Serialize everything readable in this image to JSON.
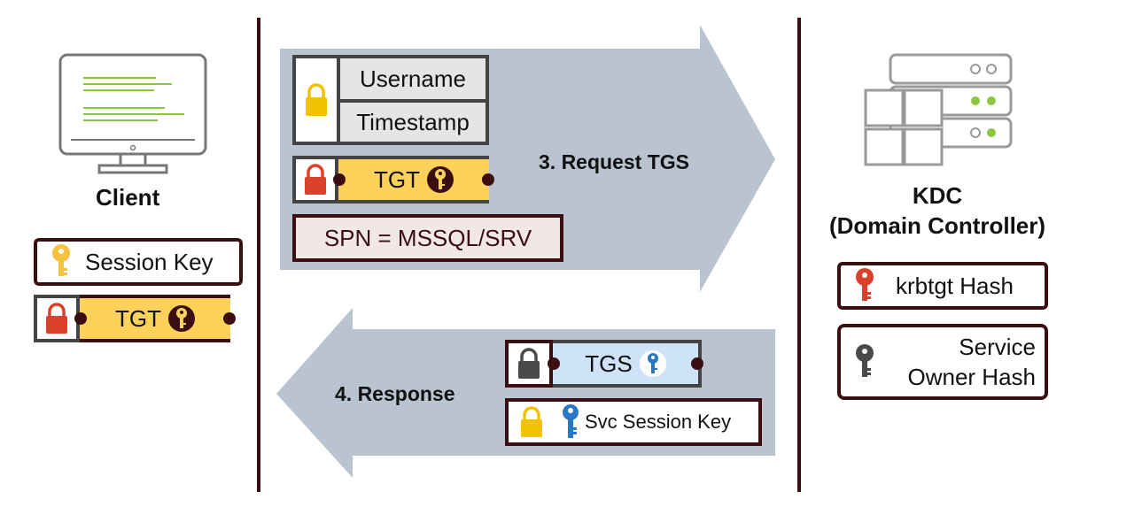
{
  "client": {
    "title": "Client",
    "session_key_label": "Session Key",
    "tgt_label": "TGT"
  },
  "request": {
    "step_label": "3. Request TGS",
    "username_label": "Username",
    "timestamp_label": "Timestamp",
    "tgt_label": "TGT",
    "spn_label": "SPN = MSSQL/SRV"
  },
  "response": {
    "step_label": "4. Response",
    "tgs_label": "TGS",
    "svc_session_key_label": "Svc Session Key"
  },
  "kdc": {
    "title_line1": "KDC",
    "title_line2": "(Domain Controller)",
    "krbtgt_label": "krbtgt Hash",
    "service_owner_line1": "Service",
    "service_owner_line2": "Owner Hash"
  },
  "colors": {
    "divider": "#3b0f12",
    "arrow_fill": "#b9c4d0",
    "gold": "#f5c242",
    "gold_lock": "#f2c200",
    "red_lock": "#d9412b",
    "gray_lock": "#4a4a4a",
    "ticket_gold": "#fdd15a",
    "ticket_blue": "#cfe3f8",
    "key_blue": "#2a78c4",
    "key_red": "#d9412b",
    "field_gray": "#e5e5e5",
    "spn_bg": "#f2e7e7",
    "monitor_line": "#8cc63f",
    "led_green": "#8cc63f"
  }
}
